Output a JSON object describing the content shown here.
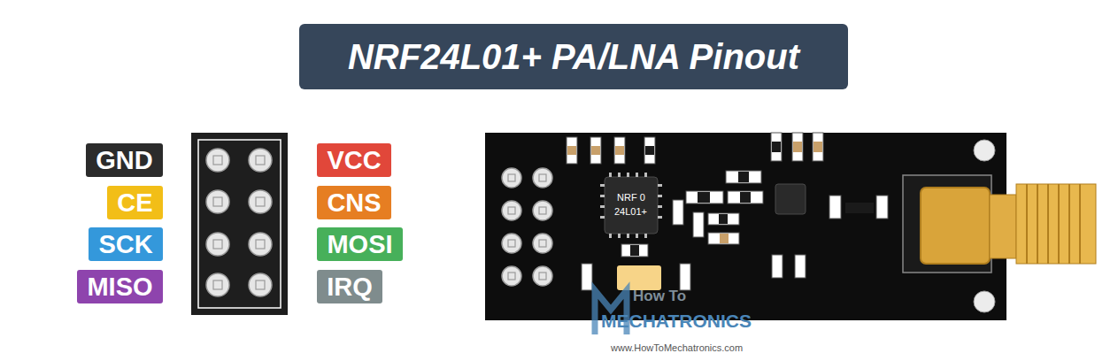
{
  "diagram": {
    "title": "NRF24L01+ PA/LNA Pinout",
    "nodes": [
      {
        "text": [
          "GND"
        ]
      },
      {
        "text": [
          "VCC"
        ]
      },
      {
        "text": [
          "CE"
        ]
      },
      {
        "text": [
          "CNS"
        ]
      },
      {
        "text": [
          "SCK"
        ]
      },
      {
        "text": [
          "MOSI"
        ]
      },
      {
        "text": [
          "MISO"
        ]
      },
      {
        "text": [
          "IRQ"
        ]
      }
    ],
    "labels": [
      "NRF 0",
      "24L01+",
      "How To",
      "MECHATRONICS",
      "www.HowToMechatronics.com"
    ]
  }
}
